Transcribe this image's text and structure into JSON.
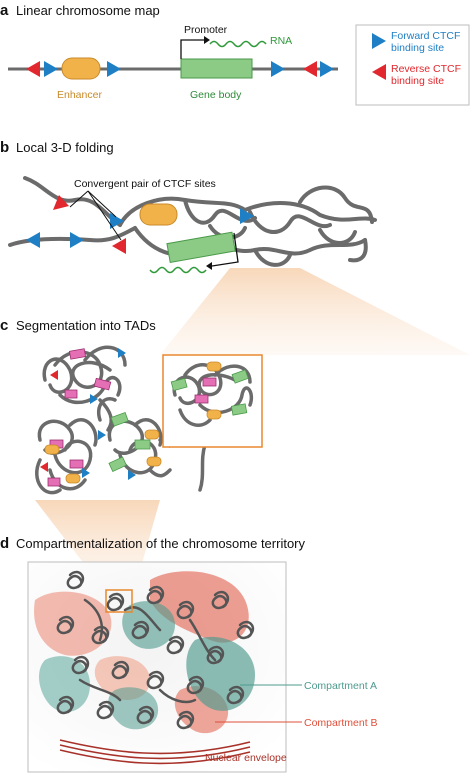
{
  "panels": {
    "a": {
      "letter": "a",
      "title": "Linear chromosome map"
    },
    "b": {
      "letter": "b",
      "title": "Local 3-D folding"
    },
    "c": {
      "letter": "c",
      "title": "Segmentation into TADs"
    },
    "d": {
      "letter": "d",
      "title": "Compartmentalization of the chromosome territory"
    }
  },
  "labels": {
    "promoter": "Promoter",
    "rna": "RNA",
    "enhancer": "Enhancer",
    "gene_body": "Gene body",
    "convergent_pair": "Convergent pair of CTCF sites",
    "compartment_a": "Compartment A",
    "compartment_b": "Compartment B",
    "nuclear_envelope": "Nuclear envelope"
  },
  "legend": {
    "forward_line1": "Forward CTCF",
    "forward_line2": "binding site",
    "reverse_line1": "Reverse CTCF",
    "reverse_line2": "binding site"
  },
  "colors": {
    "forward_ctcf": "#1f7fc4",
    "reverse_ctcf": "#e0282e",
    "enhancer": "#f2b24a",
    "gene_body": "#8ccb86",
    "rna": "#2e9a3a",
    "chromatin": "#6b6b6b",
    "compartment_a": "#4e9a8e",
    "compartment_b": "#e0503a",
    "highlight_box": "#e8892e",
    "tad_gene": "#e56fb5"
  }
}
